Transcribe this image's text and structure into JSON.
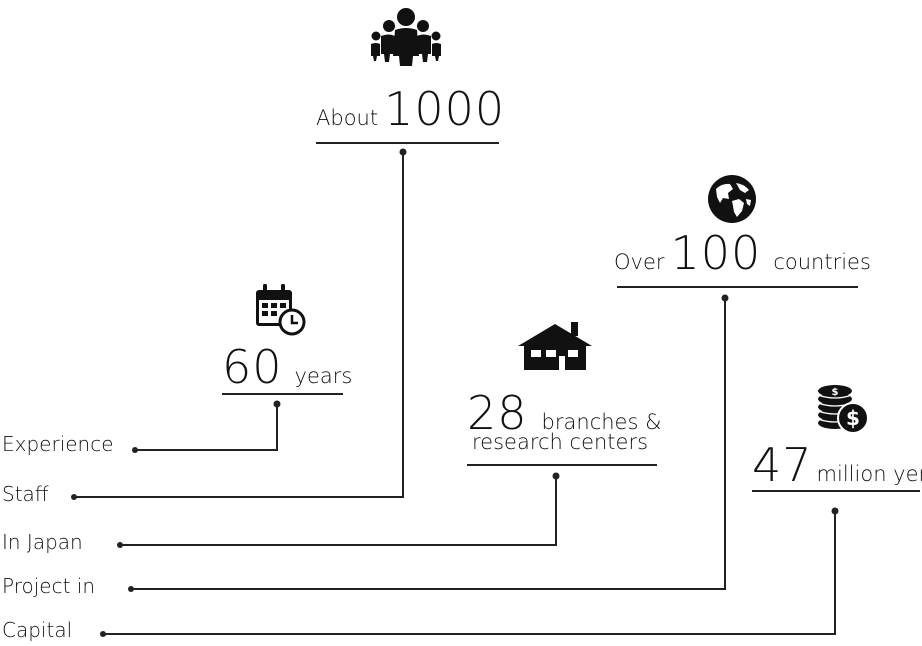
{
  "stats": {
    "staff": {
      "prefix": "About",
      "number": "1000",
      "icon": "people-icon"
    },
    "countries": {
      "prefix": "Over",
      "number": "100",
      "suffix": "countries",
      "icon": "globe-icon"
    },
    "experience": {
      "number": "60",
      "suffix": "years",
      "icon": "calendar-clock-icon"
    },
    "branches": {
      "number": "28",
      "suffix_line1": "branches &",
      "suffix_line2": "research centers",
      "icon": "house-icon"
    },
    "capital": {
      "number": "47",
      "suffix": "million yen",
      "icon": "coin-stack-dollar-icon"
    }
  },
  "labels": {
    "experience": "Experience",
    "staff": "Staff",
    "japan": "In Japan",
    "project": "Project in",
    "capital": "Capital"
  },
  "colors": {
    "line": "#222222",
    "text": "#111111"
  }
}
